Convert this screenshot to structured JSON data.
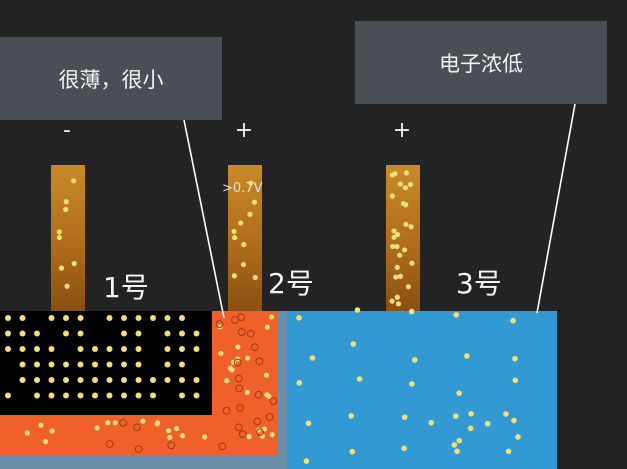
{
  "callouts": {
    "left": "很薄，很小",
    "right": "电子浓低"
  },
  "terminals": {
    "t1_sign": "-",
    "t2_sign": "+",
    "t3_sign": "+",
    "t2_threshold": ">0.7V"
  },
  "regions": {
    "r1": "1号",
    "r2": "2号",
    "r3": "3号"
  },
  "colors": {
    "background": "#232323",
    "callout_bg": "#4a4e55",
    "electrode": "#b87624",
    "n_region": "#000000",
    "p_region": "#f0602a",
    "collector": "#3399d2",
    "carrier": "#f3df7a"
  }
}
